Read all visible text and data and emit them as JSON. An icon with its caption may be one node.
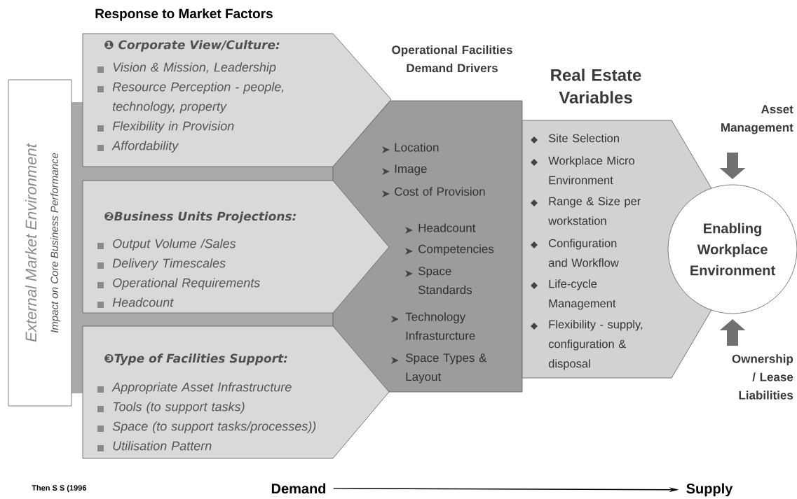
{
  "diagram": {
    "title": "Response to Market Factors",
    "nodes": [
      {
        "text": [
          "External Market Environment",
          "Impact on Core Business Performance"
        ]
      },
      {
        "text": [
          "❶ Corporate View/Culture:",
          "Vision & Mission, Leadership",
          "Resource Perception - people, technology, property",
          "Flexibility in Provision",
          "Affordability"
        ]
      },
      {
        "text": [
          "❷Business Units Projections:",
          "Output Volume /Sales",
          "Delivery Timescales",
          "Operational Requirements",
          "Headcount"
        ]
      },
      {
        "text": [
          "❸Type of Facilities Support:",
          "Appropriate Asset Infrastructure",
          "Tools (to support tasks)",
          "Space (to support tasks/processes))",
          "Utilisation Pattern"
        ]
      },
      {
        "text": [
          "Operational Facilities Demand Drivers",
          "Location",
          "Image",
          "Cost of Provision",
          "Headcount",
          "Competencies",
          "Space Standards",
          "Technology Infrasturcture",
          "Space Types & Layout"
        ]
      },
      {
        "text": [
          "Real Estate Variables",
          "Site Selection",
          "Workplace Micro Environment",
          "Range & Size per workstation",
          "Configuration and Workflow",
          "Life-cycle Management",
          "Flexibility - supply, configuration & disposal"
        ]
      },
      {
        "text": [
          "Enabling Workplace Environment"
        ]
      },
      {
        "text": [
          "Asset Management"
        ]
      },
      {
        "text": [
          "Ownership / Lease Liabilities"
        ]
      },
      {
        "text": [
          "Demand"
        ]
      },
      {
        "text": [
          "Supply"
        ]
      }
    ],
    "edges": [
      {
        "from": 7,
        "to": 6,
        "arrow": "to",
        "color": "#707070"
      },
      {
        "from": 8,
        "to": 6,
        "arrow": "to",
        "color": "#707070"
      },
      {
        "from": 9,
        "to": 10,
        "arrow": "to",
        "color": "#000000"
      }
    ],
    "labels": [
      "Then S S (1996"
    ]
  }
}
